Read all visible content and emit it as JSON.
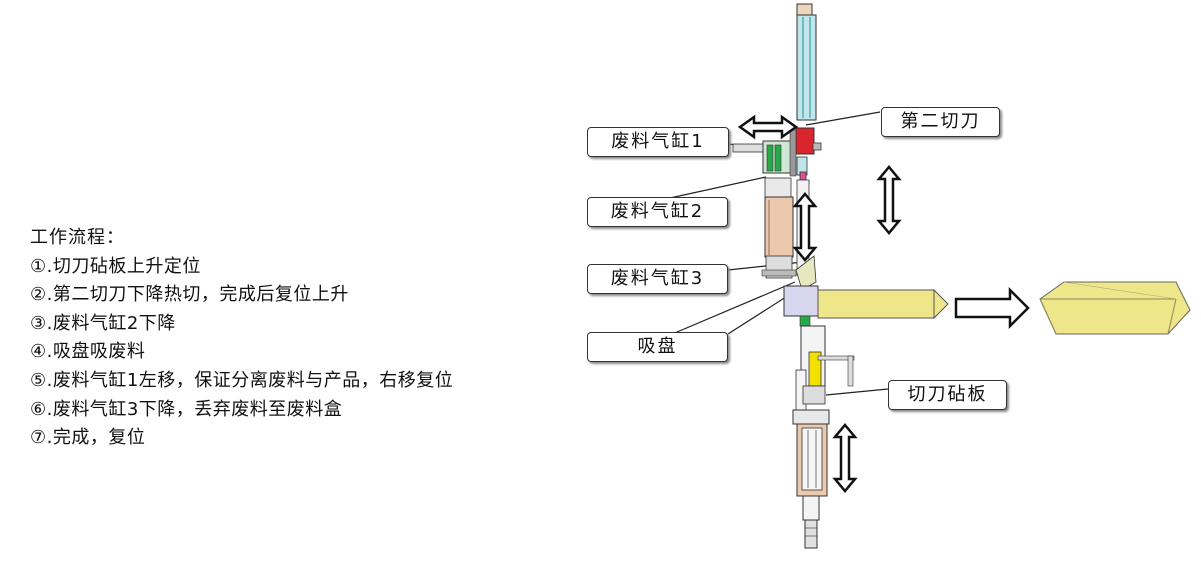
{
  "workflow": {
    "title": "工作流程：",
    "steps": [
      "①.切刀砧板上升定位",
      "②.第二切刀下降热切，完成后复位上升",
      "③.废料气缸2下降",
      "④.吸盘吸废料",
      "⑤.废料气缸1左移，保证分离废料与产品，右移复位",
      "⑥.废料气缸3下降，丢弃废料至废料盒",
      "⑦.完成，复位"
    ]
  },
  "callouts": {
    "second_cutter": "第二切刀",
    "waste_cylinder_1": "废料气缸1",
    "waste_cylinder_2": "废料气缸2",
    "waste_cylinder_3": "废料气缸3",
    "suction_cup": "吸盘",
    "cutter_anvil": "切刀砧板"
  },
  "colors": {
    "product": "#efe68a",
    "cylinder_glass": "#bfe6ea",
    "red_part": "#d9262e",
    "tan_part": "#ecc9ad",
    "yellow_part": "#f2e000",
    "green_part": "#29a84a"
  }
}
